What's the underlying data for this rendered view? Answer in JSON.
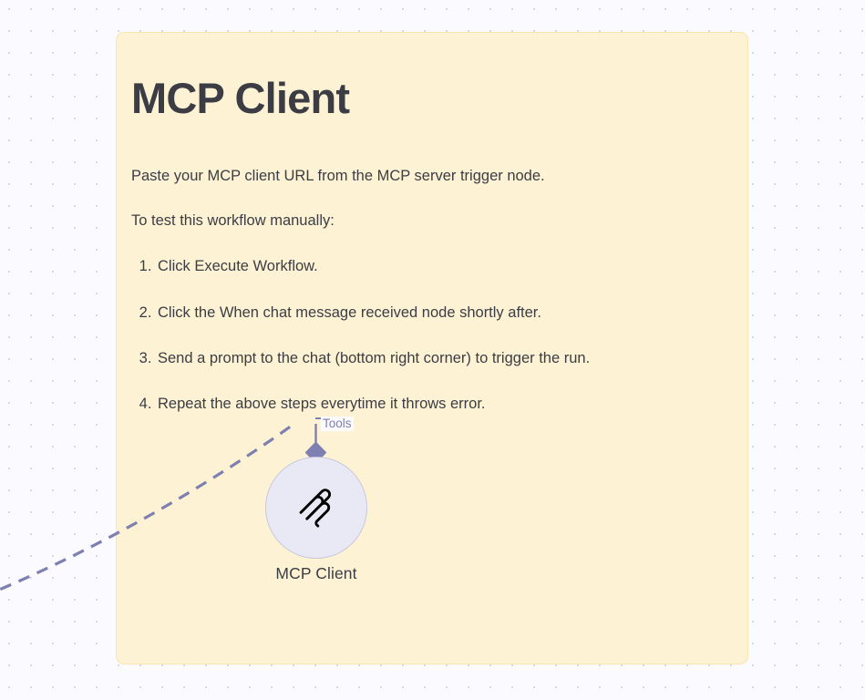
{
  "canvas": {
    "background_color": "#fafaff",
    "grid_dot_color": "#d8d8e4"
  },
  "sticky_note": {
    "background_color": "#fdf3d4",
    "border_color": "#fae6ae",
    "title": "MCP Client",
    "paragraphs": [
      "Paste your MCP client URL from the MCP server trigger node.",
      "To test this workflow manually:"
    ],
    "steps": [
      "Click Execute Workflow.",
      "Click the When chat message received node shortly after.",
      "Send a prompt to the chat (bottom right corner) to trigger the run.",
      "Repeat the above steps everytime it throws error."
    ]
  },
  "node": {
    "label": "MCP Client",
    "icon_name": "mcp-logo-icon",
    "circle_fill": "#e9e9f6",
    "circle_border": "#c7c7e0",
    "icon_color": "#000000"
  },
  "connector": {
    "label": "Tools",
    "color": "#7d80b0",
    "style": "dashed"
  }
}
